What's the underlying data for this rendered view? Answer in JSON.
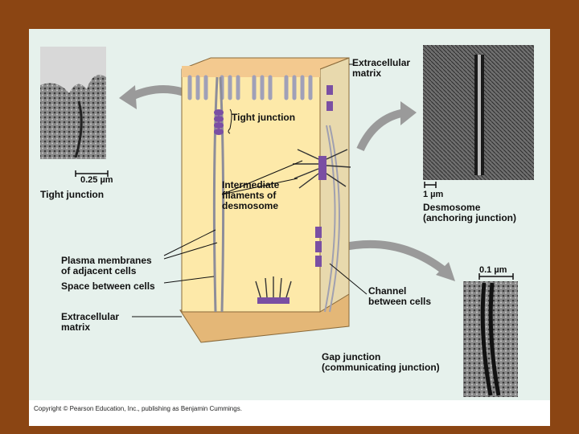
{
  "labels": {
    "extracellular_matrix_top": "Extracellular\nmatrix",
    "tight_junction": "Tight junction",
    "intermediate_filaments": "Intermediate\nfilaments of\ndesmosome",
    "plasma_membranes": "Plasma membranes\nof adjacent cells",
    "space_between": "Space between cells",
    "extracellular_matrix_bottom": "Extracellular\nmatrix",
    "channel": "Channel\nbetween cells",
    "tight_junction_micrograph": "Tight junction",
    "desmosome": "Desmosome\n(anchoring junction)",
    "gap_junction": "Gap junction\n(communicating junction)"
  },
  "scale_bars": {
    "tight": "0.25 µm",
    "desmosome": "1 µm",
    "gap": "0.1 µm"
  },
  "copyright": "Copyright © Pearson Education, Inc., publishing as Benjamin Cummings.",
  "colors": {
    "border": "#8b4513",
    "background": "#e6f1ec",
    "cell": "#fde9a9",
    "matrix": "#f3c98f",
    "junction": "#7a4fa3"
  }
}
